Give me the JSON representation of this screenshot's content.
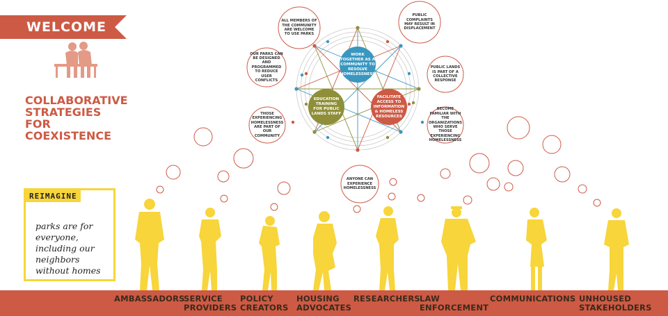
{
  "header": {
    "welcome": "WELCOME",
    "title_lines": [
      "COLLABORATIVE",
      "STRATEGIES",
      "FOR",
      "COEXISTENCE"
    ]
  },
  "reimagine": {
    "label": "REIMAGINE",
    "quote": "parks are for everyone, including our neighbors without homes"
  },
  "center_nodes": {
    "community": "WORK TOGETHER AS A COMMUNITY TO RESOLVE HOMELESSNESS",
    "education": "EDUCATION TRAINING FOR PUBLIC LANDS STAFF",
    "facilitate": "FACILITATE ACCESS TO INFORMATION & HOMELESS RESOURCES"
  },
  "outer_bubbles": {
    "all_members": "ALL MEMBERS OF THE COMMUNITY ARE WELCOME TO USE PARKS",
    "complaints": "PUBLIC COMPLAINTS MAY RESULT IN DISPLACEMENT",
    "parks_designed": "OUR PARKS CAN BE DESIGNED AND PROGRAMMED TO REDUCE USER CONFLICTS",
    "public_lands": "PUBLIC LANDS IS PART OF A COLLECTIVE RESPONSE",
    "experiencing": "THOSE EXPERIENCING HOMELESSNESS ARE PART OF OUR COMMUNITY",
    "familiar": "BECOME FAMILIAR WITH THE ORGANIZATIONS WHO SERVE THOSE EXPERIENCING HOMELESSNESS",
    "anyone": "ANYONE CAN EXPERIENCE HOMELESSNESS"
  },
  "stakeholders": {
    "ambassadors": [
      "AMBASSADORS"
    ],
    "service": [
      "SERVICE",
      "PROVIDERS"
    ],
    "policy": [
      "POLICY",
      "CREATORS"
    ],
    "housing": [
      "HOUSING",
      "ADVOCATES"
    ],
    "researchers": [
      "RESEARCHERS"
    ],
    "law": [
      "LAW",
      "ENFORCEMENT"
    ],
    "communications": [
      "COMMUNICATIONS"
    ],
    "unhoused": [
      "UNHOUSED",
      "STAKEHOLDERS"
    ]
  },
  "colors": {
    "accent_red": "#cd5a45",
    "figure_yellow": "#f7d53b",
    "node_blue": "#3a97bf",
    "node_olive": "#8f8f3a",
    "node_red": "#cd5a45",
    "bubble_outline": "#cd5a45"
  }
}
